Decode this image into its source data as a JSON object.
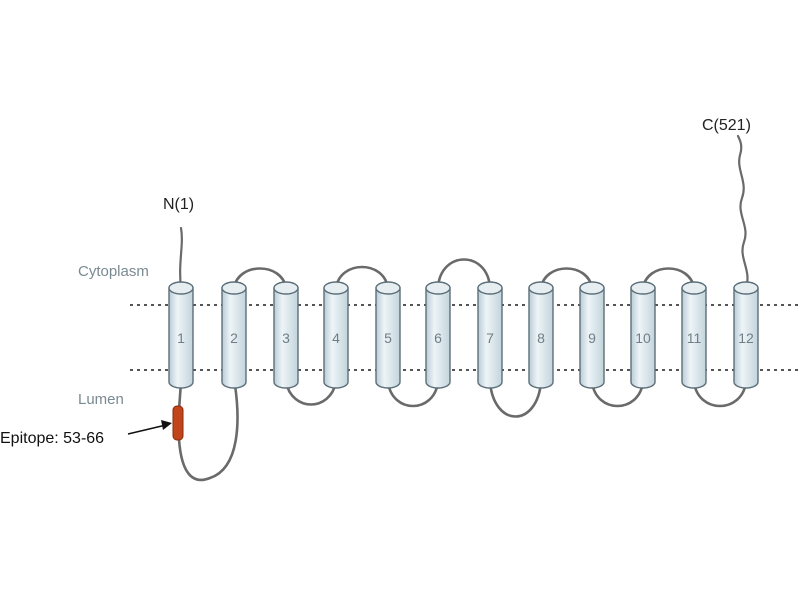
{
  "diagram": {
    "region_labels": {
      "cytoplasm": "Cytoplasm",
      "lumen": "Lumen"
    },
    "n_terminus_label": "N(1)",
    "c_terminus_label": "C(521)",
    "epitope_label": "Epitope: 53-66",
    "helices": [
      "1",
      "2",
      "3",
      "4",
      "5",
      "6",
      "7",
      "8",
      "9",
      "10",
      "11",
      "12"
    ],
    "colors": {
      "helix_fill": "#cfdde4",
      "helix_stroke": "#5c6e78",
      "loop": "#6a6a6a",
      "epitope": "#c2441a",
      "membrane": "#555555"
    }
  }
}
